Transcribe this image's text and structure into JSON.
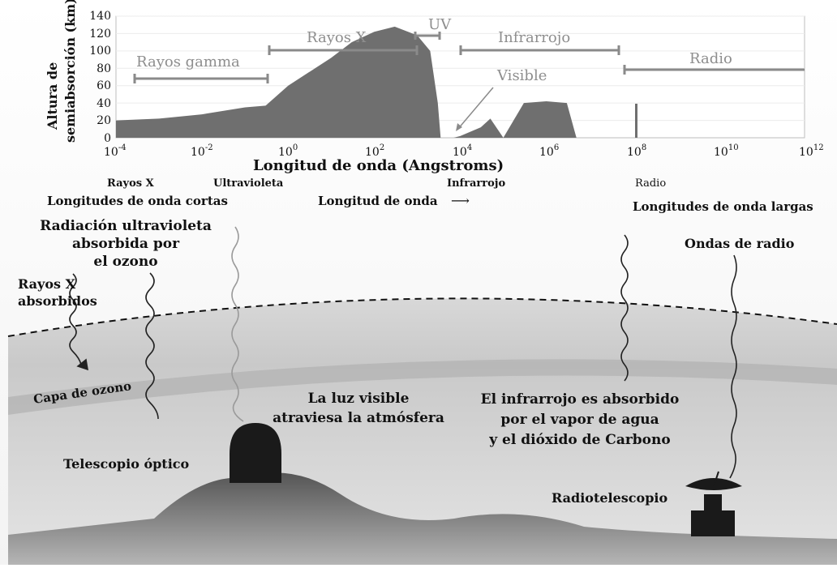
{
  "chart": {
    "y_axis_label_line1": "Altura de",
    "y_axis_label_line2": "semiabsorción (km)",
    "x_axis_label": "Longitud de onda (Angstroms)",
    "y_ticks": [
      "0",
      "20",
      "40",
      "60",
      "80",
      "100",
      "120",
      "140"
    ],
    "x_tick_exponents": [
      "-4",
      "-2",
      "0",
      "2",
      "4",
      "6",
      "8",
      "10",
      "12"
    ],
    "x_tick_base": "10",
    "bands": {
      "gamma": "Rayos gamma",
      "xray": "Rayos X",
      "uv": "UV",
      "visible": "Visible",
      "infrared": "Infrarrojo",
      "radio": "Radio"
    }
  },
  "chart_data": {
    "type": "area",
    "xlabel": "Longitud de onda (Angstroms)",
    "ylabel": "Altura de semiabsorción (km)",
    "x_scale": "log",
    "xlim": [
      0.0001,
      1000000000000
    ],
    "ylim": [
      0,
      140
    ],
    "x": [
      0.0001,
      0.001,
      0.01,
      0.1,
      0.3,
      1,
      10,
      30,
      100,
      300,
      1000,
      2000,
      3000,
      3500,
      4000,
      5000,
      7000,
      10000,
      30000,
      50000,
      100000,
      300000,
      1000000,
      3000000,
      5000000,
      10000000,
      100000000,
      1000000000000
    ],
    "values": [
      20,
      22,
      27,
      35,
      37,
      60,
      92,
      110,
      122,
      128,
      118,
      100,
      40,
      0,
      0,
      0,
      0,
      2,
      12,
      22,
      0,
      40,
      42,
      40,
      0,
      0,
      0,
      0
    ],
    "band_ranges_log10": {
      "Rayos gamma": [
        -4,
        -0.3
      ],
      "Rayos X": [
        -0.3,
        3.3
      ],
      "UV": [
        3.2,
        3.7
      ],
      "Infrarrojo": [
        3.8,
        7.2
      ],
      "Radio": [
        7.7,
        12
      ]
    },
    "legend": "none"
  },
  "scale_bar": {
    "xray": "Rayos X",
    "ultraviolet": "Ultravioleta",
    "infrared": "Infrarrojo",
    "radio": "Radio",
    "short_wl": "Longitudes de onda cortas",
    "wavelength": "Longitud de onda",
    "arrow": "⟶",
    "long_wl": "Longitudes de onda largas"
  },
  "scene": {
    "uv_label_line1": "Radiación ultravioleta",
    "uv_label_line2": "absorbida por",
    "uv_label_line3": "el ozono",
    "xray_label_line1": "Rayos X",
    "xray_label_line2": "absorbidos",
    "ozone_label": "Capa de ozono",
    "visible_label_line1": "La luz visible",
    "visible_label_line2": "atraviesa la atmósfera",
    "ir_label_line1": "El infrarrojo es absorbido",
    "ir_label_line2": "por el vapor de agua",
    "ir_label_line3": "y el dióxido de Carbono",
    "radio_waves_label": "Ondas de radio",
    "optical_telescope": "Telescopio óptico",
    "radio_telescope": "Radiotelescopio"
  }
}
